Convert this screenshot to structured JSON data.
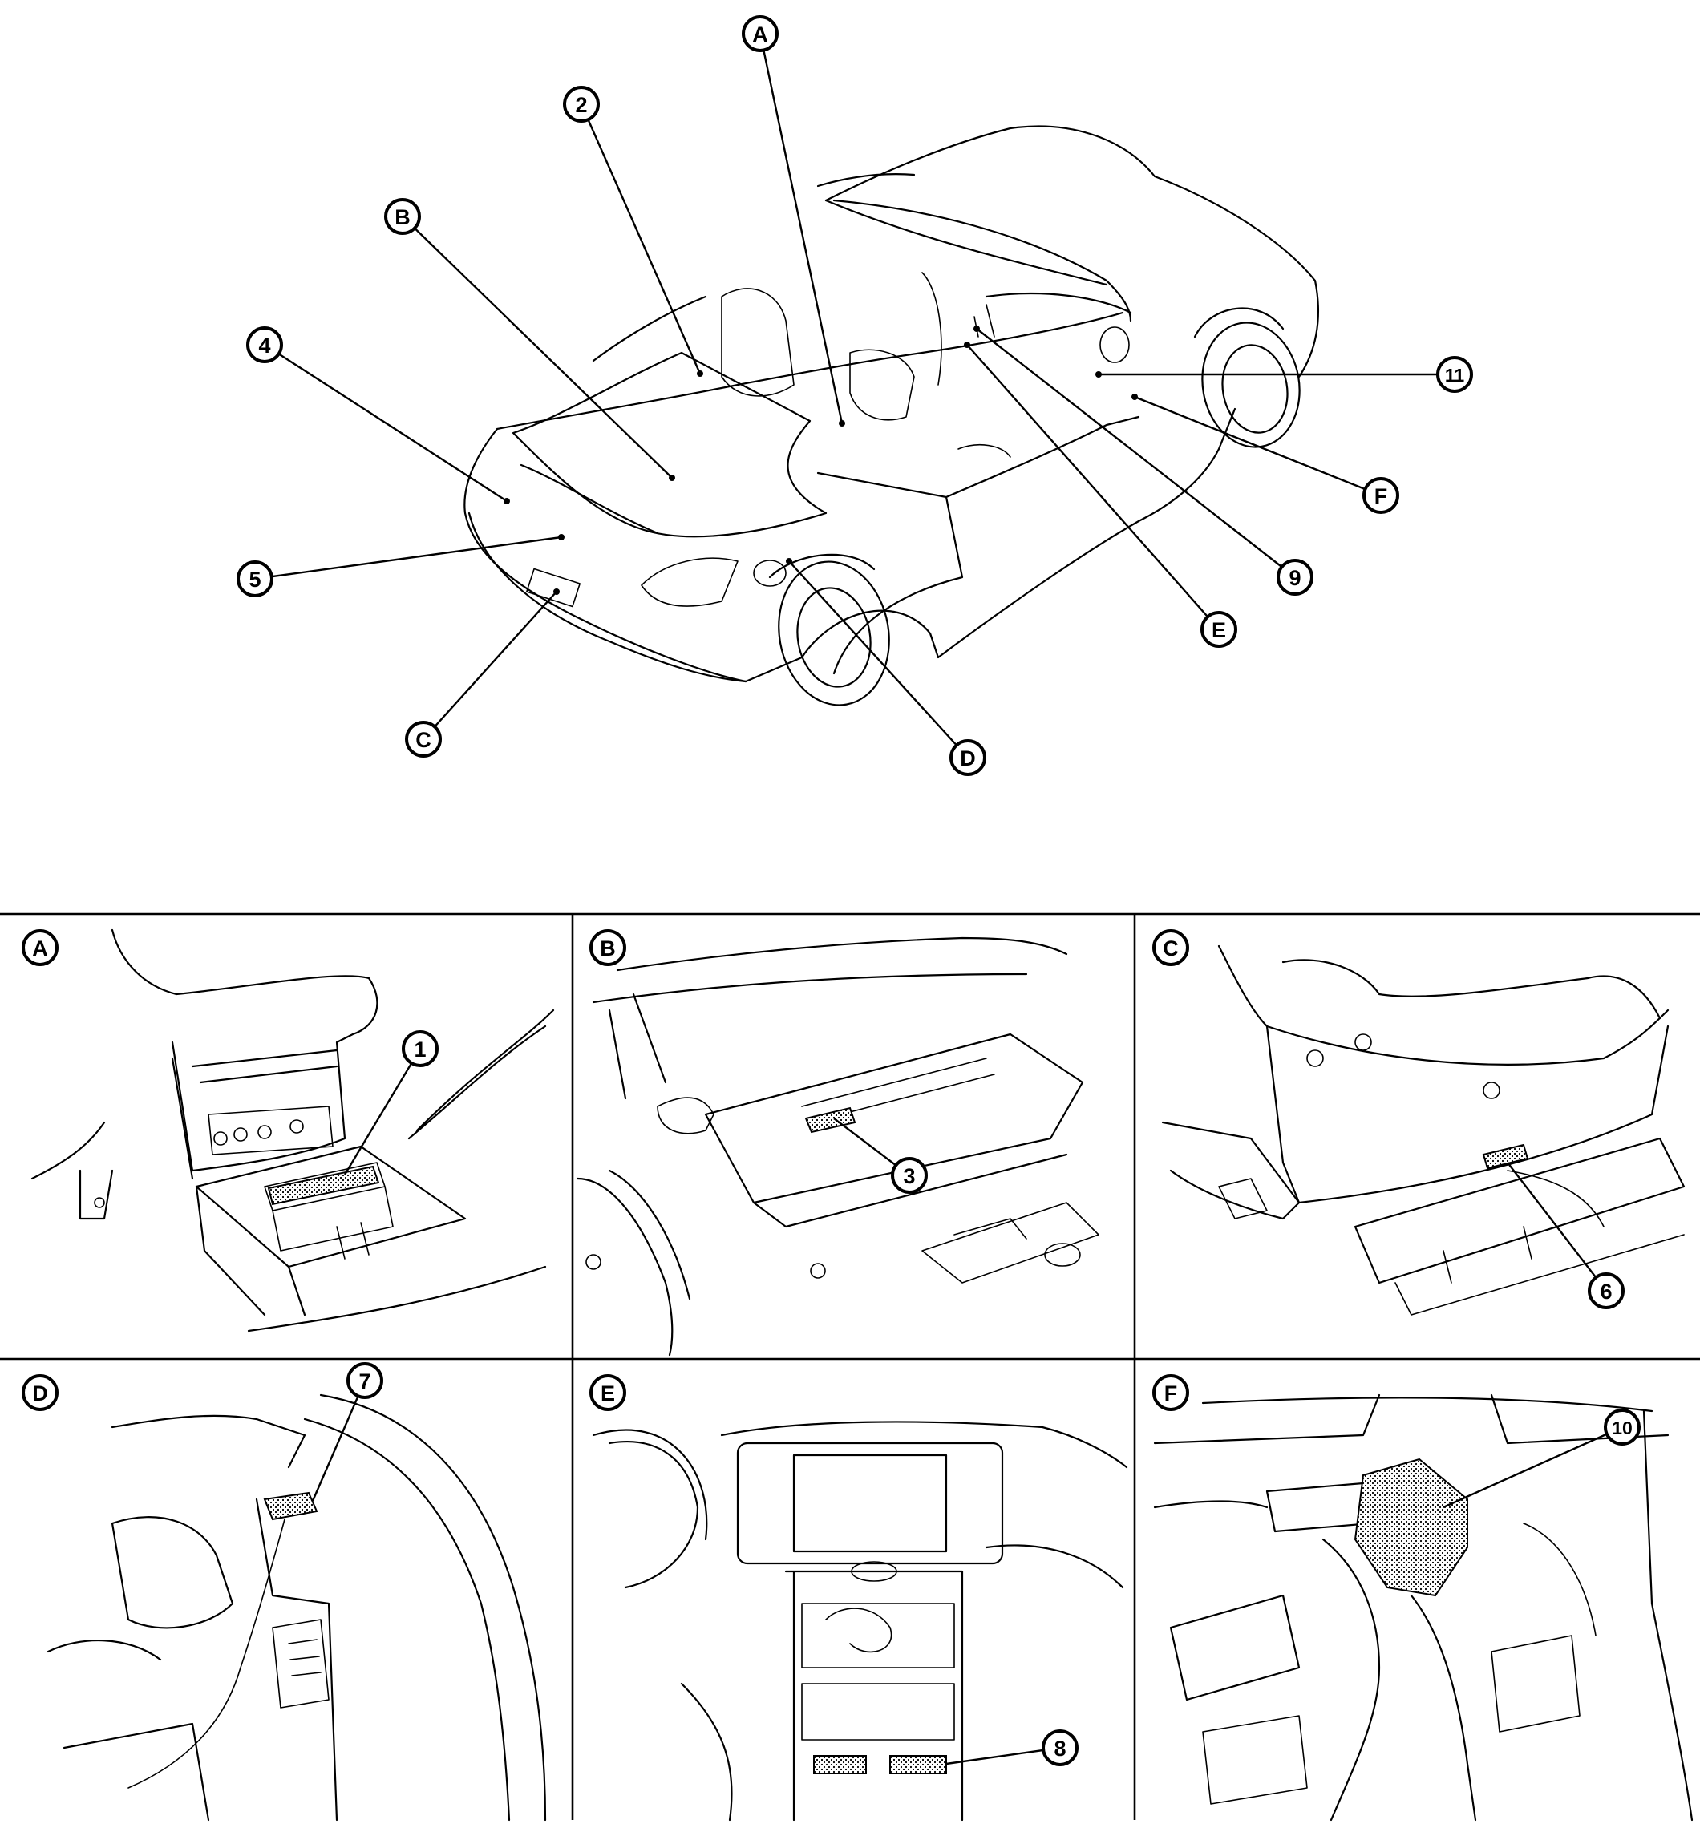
{
  "overview": {
    "view_labels": [
      "A",
      "B",
      "C",
      "D",
      "E",
      "F"
    ],
    "component_numbers": [
      "2",
      "4",
      "5",
      "9",
      "11"
    ]
  },
  "panels": [
    {
      "label": "A",
      "callout": "1"
    },
    {
      "label": "B",
      "callout": "3"
    },
    {
      "label": "C",
      "callout": "6"
    },
    {
      "label": "D",
      "callout": "7"
    },
    {
      "label": "E",
      "callout": "8"
    },
    {
      "label": "F",
      "callout": "10"
    }
  ]
}
